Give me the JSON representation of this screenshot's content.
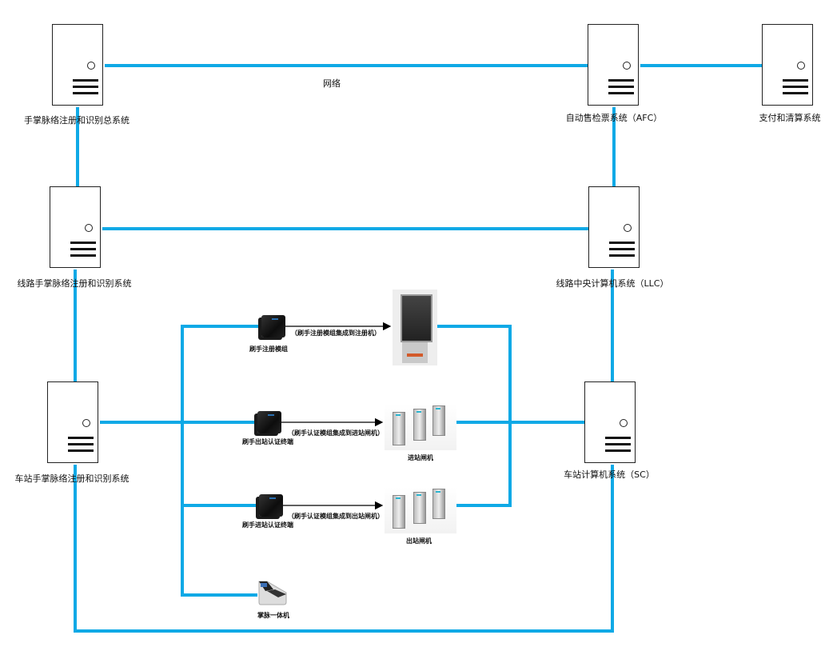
{
  "colors": {
    "link": "#0fa9e6",
    "arrow": "#000000",
    "outline": "#222222"
  },
  "network_label": "网络",
  "servers": {
    "master": "手掌脉络注册和识别总系统",
    "afc": "自动售检票系统（AFC）",
    "payment": "支付和清算系统",
    "line": "线路手掌脉络注册和识别系统",
    "llc": "线路中央计算机系统（LLC）",
    "station": "车站手掌脉络注册和识别系统",
    "sc": "车站计算机系统（SC）"
  },
  "devices": {
    "reg_module": "刷手注册模组",
    "reg_arrow": "（刷手注册模组集成到注册机）",
    "exit_terminal": "刷手出站认证终端",
    "entry_arrow": "（刷手认证模组集成到进站闸机）",
    "entry_gate": "进站闸机",
    "entry_terminal": "刷手进站认证终端",
    "exit_arrow": "（刷手认证模组集成到出站闸机）",
    "exit_gate": "出站闸机",
    "palm_unit": "掌脉一体机"
  }
}
